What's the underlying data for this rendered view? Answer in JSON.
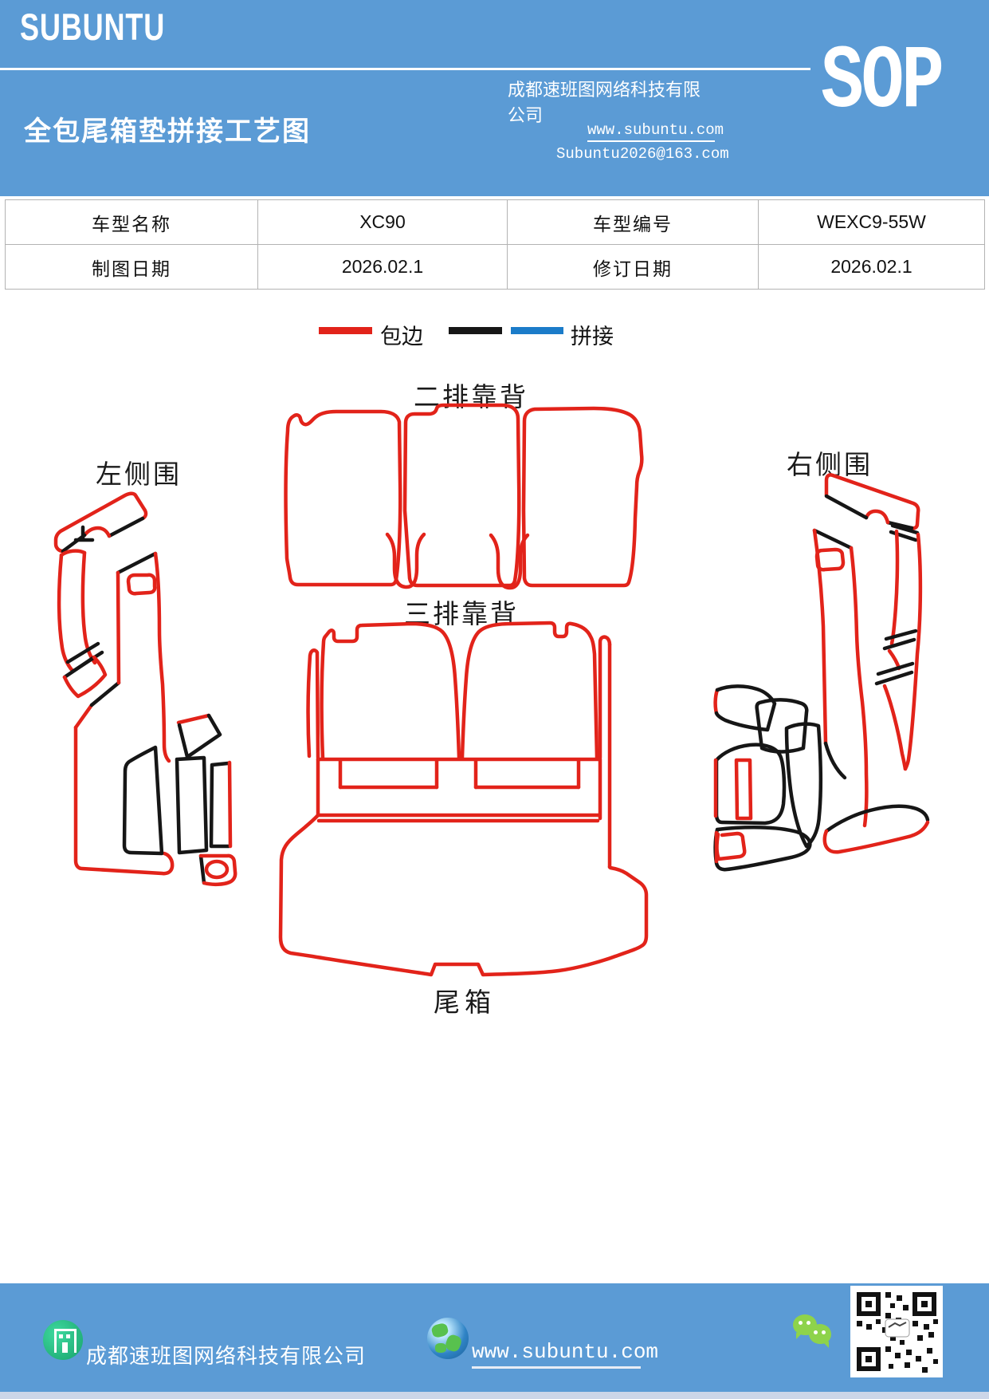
{
  "colors": {
    "red": "#e2231a",
    "black": "#161616",
    "blue": "#1b7cc9",
    "band": "#5b9bd5",
    "strip": "#ccd6e8",
    "table_border": "#b3b3b3"
  },
  "header": {
    "logo": "SUBUNTU",
    "company": "成都速班图网络科技有限公司",
    "title": "全包尾箱垫拼接工艺图",
    "badge": "SOP",
    "website": "www.subuntu.com",
    "email": "Subuntu2026@163.com"
  },
  "info_table": {
    "rows": [
      [
        "车型名称",
        "XC90",
        "车型编号",
        "WEXC9-55W"
      ],
      [
        "制图日期",
        "2026.02.1",
        "修订日期",
        "2026.02.1"
      ]
    ]
  },
  "legend": {
    "edge_label": "包边",
    "stitch_label": "拼接"
  },
  "diagram": {
    "labels": {
      "second_row": "二排靠背",
      "left_side": "左侧围",
      "right_side": "右侧围",
      "third_row": "三排靠背",
      "trunk": "尾箱"
    }
  },
  "footer": {
    "company": "成都速班图网络科技有限公司",
    "website": "www.subuntu.com"
  }
}
